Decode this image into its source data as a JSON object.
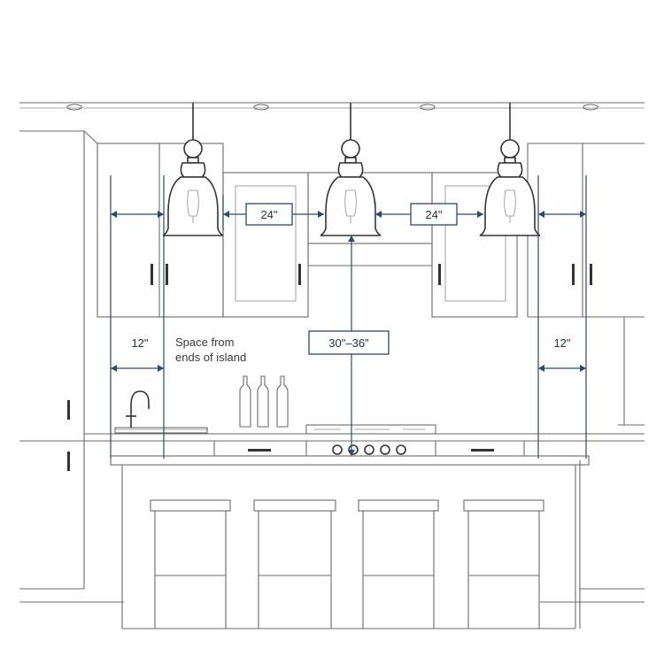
{
  "labels": {
    "spacing_left": "24\"",
    "spacing_right": "24\"",
    "height_above_island": "30\"–36\"",
    "end_clearance_left": "12\"",
    "end_clearance_right": "12\"",
    "end_note_line1": "Space from",
    "end_note_line2": "ends of island"
  },
  "colors": {
    "dimension": "#2d4a6b",
    "sketch_line": "#6b6b6b"
  }
}
